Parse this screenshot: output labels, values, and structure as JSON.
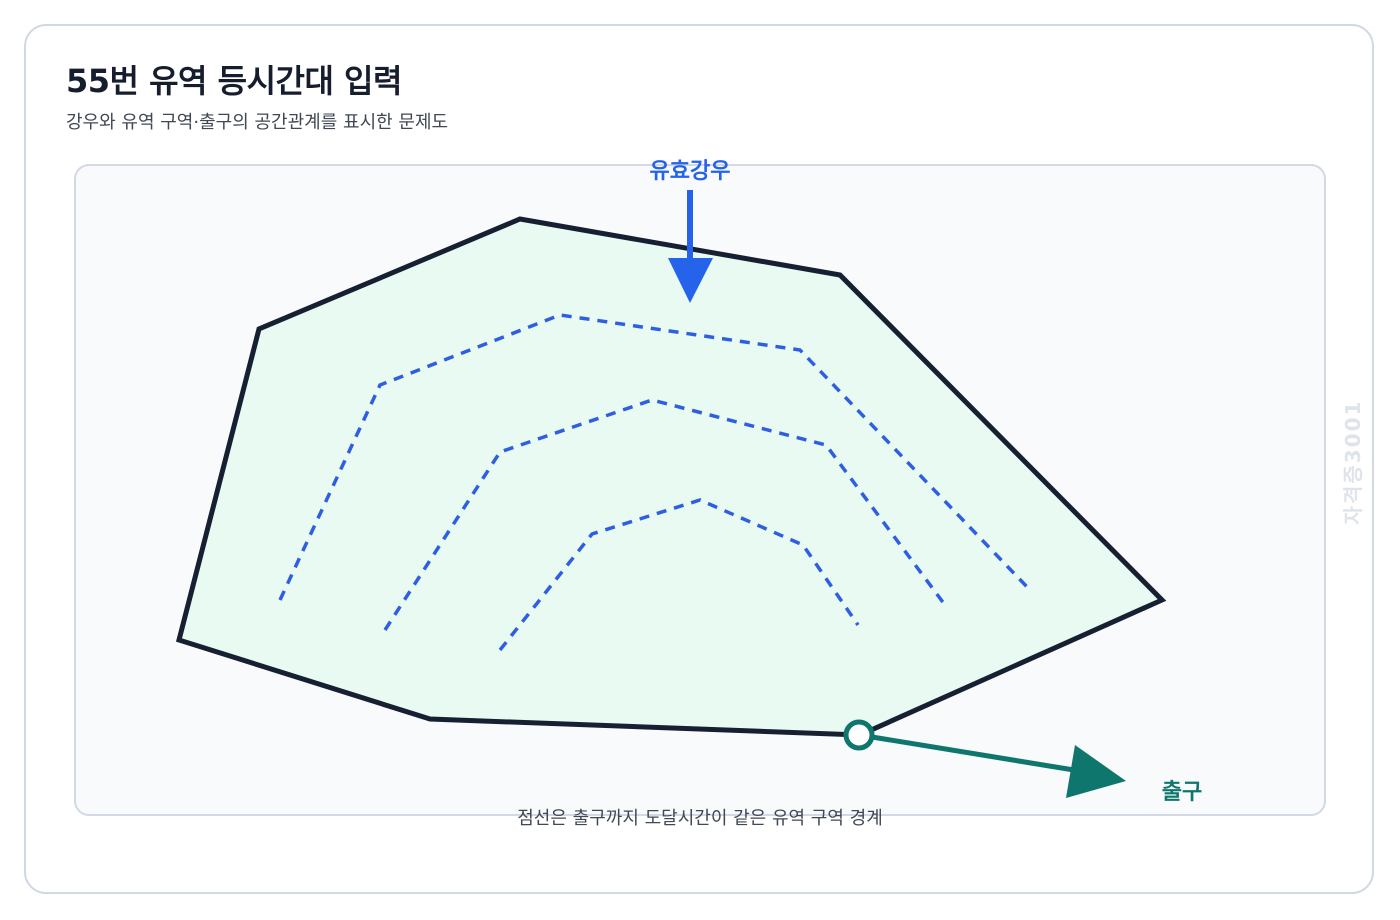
{
  "header": {
    "title": "55번 유역 등시간대 입력",
    "subtitle": "강우와 유역 구역·출구의 공간관계를 표시한 문제도"
  },
  "diagram": {
    "rain_label": "유효강우",
    "outlet_label": "출구",
    "caption": "점선은 출구까지 도달시간이 같은 유역 구역 경계",
    "watermark": "자격증3001",
    "colors": {
      "rain": "#2563eb",
      "outlet": "#0f766e",
      "boundary": "#162032",
      "basin_fill": "#e8faf2",
      "panel_fill": "#f8fafc",
      "panel_border": "#d1d9e4",
      "isochrone": "#2f5fe0",
      "watermark": "#dfe4ea"
    }
  }
}
